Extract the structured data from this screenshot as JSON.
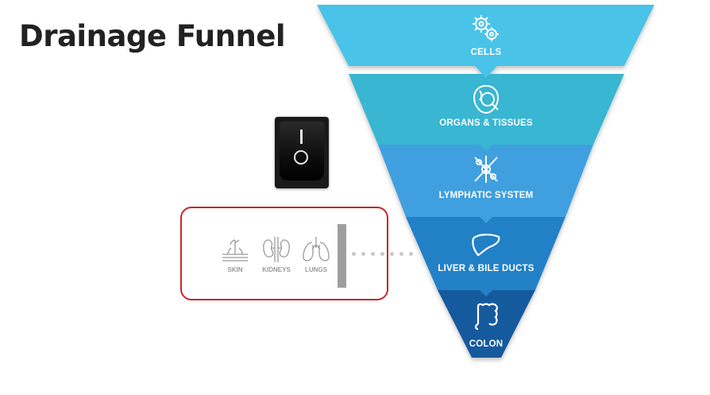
{
  "title": "Drainage Funnel",
  "funnel": {
    "stages": [
      {
        "label": "CELLS",
        "icon": "gears-icon",
        "color": "#4ac3e7"
      },
      {
        "label": "ORGANS & TISSUES",
        "icon": "organs-icon",
        "color": "#38b6d2"
      },
      {
        "label": "LYMPHATIC SYSTEM",
        "icon": "lymph-icon",
        "color": "#3f9fdf"
      },
      {
        "label": "LIVER & BILE DUCTS",
        "icon": "liver-icon",
        "color": "#2380c7"
      },
      {
        "label": "COLON",
        "icon": "colon-icon",
        "color": "#145a9e"
      }
    ]
  },
  "switch": {
    "icon": "rocker-switch-icon"
  },
  "alt_drainage": {
    "border_color": "#c8262b",
    "organs": [
      {
        "label": "SKIN",
        "icon": "skin-icon"
      },
      {
        "label": "KIDNEYS",
        "icon": "kidneys-icon"
      },
      {
        "label": "LUNGS",
        "icon": "lungs-icon"
      }
    ]
  }
}
